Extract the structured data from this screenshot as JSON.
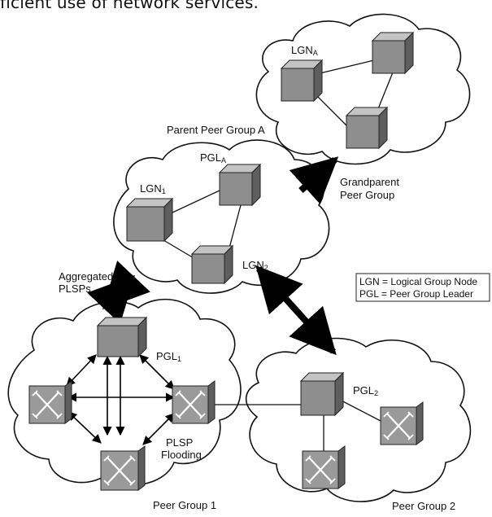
{
  "header_text": "ficient use of network services.",
  "labels": {
    "lgn_a_base": "LGN",
    "lgn_a_sub": "A",
    "parent_peer_group": "Parent Peer Group A",
    "pgl_a_base": "PGL",
    "pgl_a_sub": "A",
    "lgn1_base": "LGN",
    "lgn1_sub": "1",
    "lgn2_base": "LGN",
    "lgn2_sub": "2",
    "grandparent_line1": "Grandparent",
    "grandparent_line2": "Peer Group",
    "aggregated_line1": "Aggregated",
    "aggregated_line2": "PLSPs",
    "pgl1_base": "PGL",
    "pgl1_sub": "1",
    "pgl2_base": "PGL",
    "pgl2_sub": "2",
    "plsp_line1": "PLSP",
    "plsp_line2": "Flooding",
    "peer_group_1": "Peer Group 1",
    "peer_group_2": "Peer Group 2"
  },
  "legend": {
    "line1": "LGN = Logical Group Node",
    "line2": "PGL = Peer Group Leader"
  },
  "colors": {
    "node_front": "#8e8e8e",
    "node_top": "#c4c4c4",
    "node_side": "#5e5e5e",
    "switch_face": "#9a9a9a",
    "cloud_stroke": "#111111",
    "arrow": "#000000"
  }
}
